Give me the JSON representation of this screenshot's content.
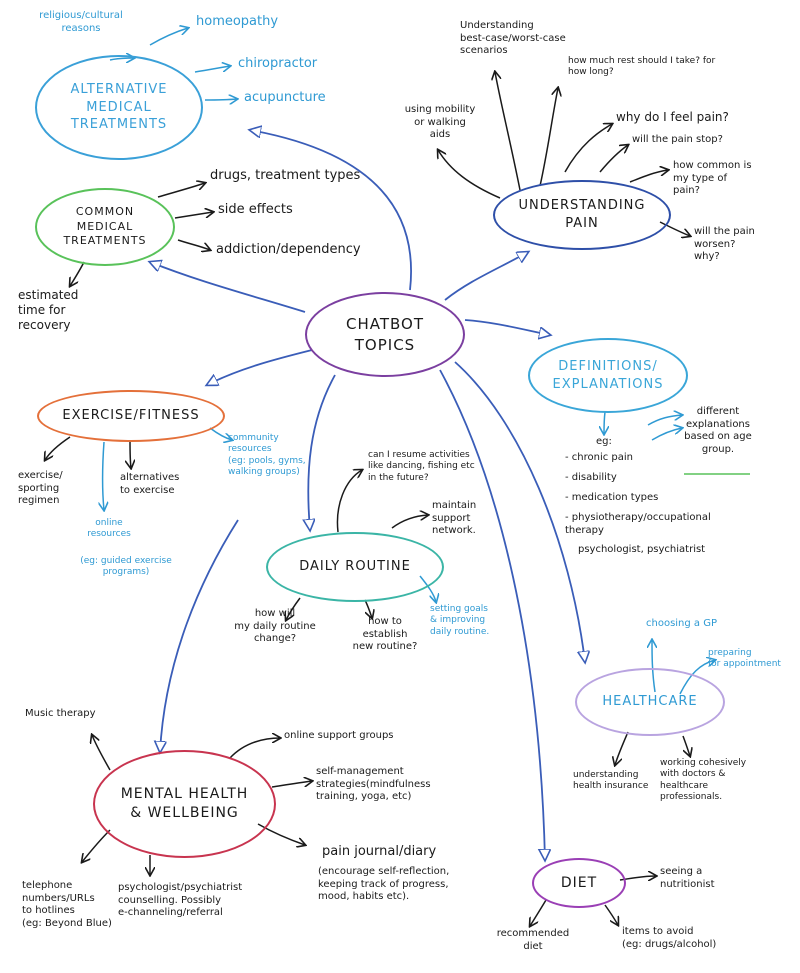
{
  "colors": {
    "connector": "#3a5db8",
    "ink": "#1a1a1a",
    "annotation_blue": "#2f9ad3",
    "alternative": "#3aa0d8",
    "common": "#59c25a",
    "understanding": "#2e4fa8",
    "center": "#7b3fa0",
    "definitions": "#3aa6d8",
    "exercise": "#e4703a",
    "daily": "#3bb5a6",
    "healthcare": "#b9a4e0",
    "mental": "#c8344f",
    "diet": "#9a3fb5"
  },
  "nodes": {
    "center": "CHATBOT\nTOPICS",
    "alternative": "ALTERNATIVE\nMEDICAL\nTREATMENTS",
    "common": "COMMON\nMEDICAL\nTREATMENTS",
    "understanding": "UNDERSTANDING\nPAIN",
    "definitions": "DEFINITIONS/\nEXPLANATIONS",
    "exercise": "EXERCISE/FITNESS",
    "daily": "DAILY ROUTINE",
    "healthcare": "HEALTHCARE",
    "mental": "MENTAL HEALTH\n& WELLBEING",
    "diet": "DIET"
  },
  "alternative_items": {
    "religious": "religious/cultural\nreasons",
    "homeopathy": "homeopathy",
    "chiropractor": "chiropractor",
    "acupuncture": "acupuncture"
  },
  "common_items": {
    "drugs": "drugs, treatment types",
    "side_effects": "side effects",
    "addiction": "addiction/dependency",
    "recovery": "estimated\ntime for\nrecovery"
  },
  "pain_items": {
    "scenarios": "Understanding\nbest-case/worst-case\nscenarios",
    "rest": "how much rest should I take? for\nhow long?",
    "mobility": "using mobility\nor walking\naids",
    "why": "why do I feel pain?",
    "stop": "will the pain stop?",
    "common": "how common is\nmy type of\npain?",
    "worsen": "will the pain\nworsen?\nwhy?"
  },
  "definition_items": {
    "eg": "eg:",
    "chronic": "- chronic pain",
    "disability": "- disability",
    "medication": "- medication types",
    "physio": "- physiotherapy/occupational\n  therapy",
    "psych": "psychologist, psychiatrist",
    "age": "different\nexplanations\nbased on age\ngroup."
  },
  "exercise_items": {
    "community": "community\nresources\n(eg: pools, gyms,\nwalking groups)",
    "regimen": "exercise/\nsporting\nregimen",
    "alternatives": "alternatives\nto exercise",
    "online": "online\nresources",
    "guided": "(eg: guided exercise\nprograms)"
  },
  "daily_items": {
    "resume": "can I resume activities\nlike dancing, fishing etc\nin the future?",
    "support": "maintain\nsupport\nnetwork.",
    "change": "how will\nmy daily routine\nchange?",
    "establish": "how to\nestablish\nnew routine?",
    "goals": "setting goals\n& improving\ndaily routine."
  },
  "healthcare_items": {
    "gp": "choosing a GP",
    "preparing": "preparing\nfor appointment",
    "insurance": "understanding\nhealth insurance",
    "cohesive": "working cohesively\nwith doctors &\nhealthcare\nprofessionals."
  },
  "mental_items": {
    "music": "Music therapy",
    "groups": "online support groups",
    "self_mgmt": "self-management\nstrategies(mindfulness\ntraining, yoga, etc)",
    "journal": "pain journal/diary",
    "journal_detail": "(encourage self-reflection,\nkeeping track of progress,\nmood, habits etc).",
    "hotlines": "telephone\nnumbers/URLs\nto hotlines\n(eg: Beyond Blue)",
    "counselling": "psychologist/psychiatrist\ncounselling. Possibly\ne-channeling/referral"
  },
  "diet_items": {
    "nutritionist": "seeing a\nnutritionist",
    "recommended": "recommended\ndiet",
    "avoid": "items to avoid\n(eg: drugs/alcohol)"
  }
}
